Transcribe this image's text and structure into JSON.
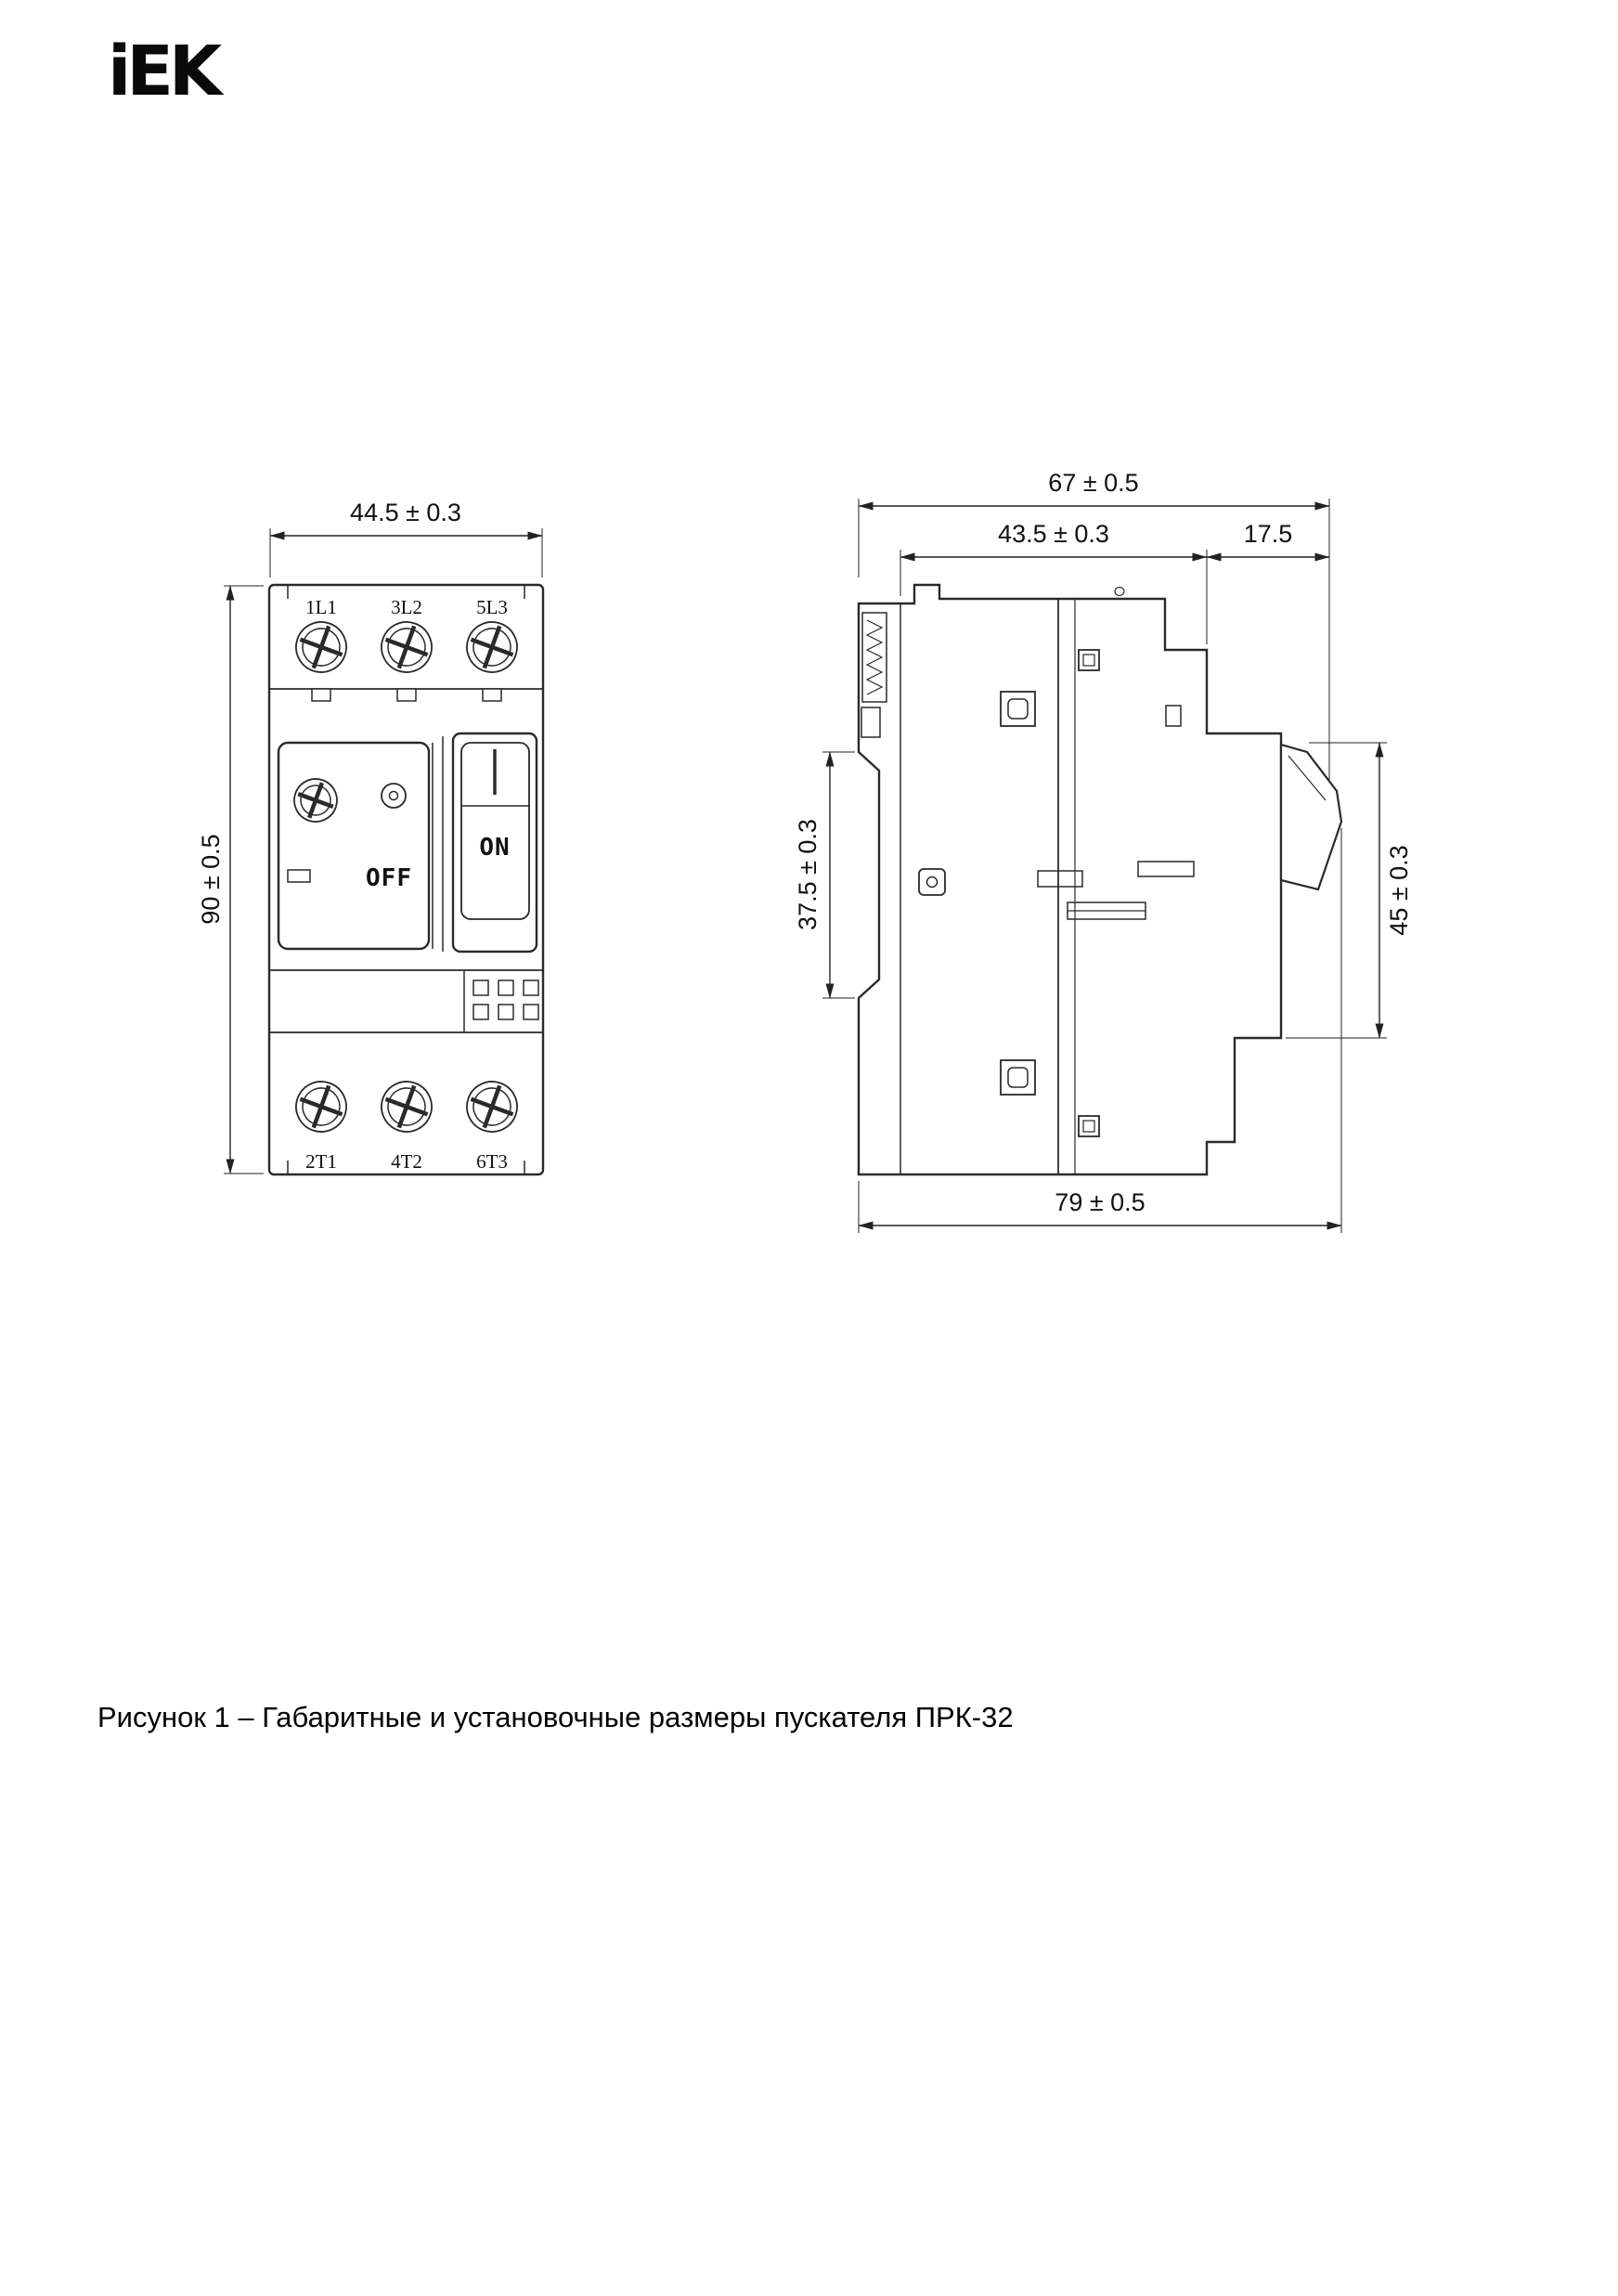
{
  "page": {
    "brand": "iEK",
    "caption": "Рисунок 1 – Габаритные и установочные размеры пускателя ПРК-32"
  },
  "front_view": {
    "dim_width": "44.5 ± 0.3",
    "dim_height": "90 ± 0.5",
    "terminals_top": [
      "1L1",
      "3L2",
      "5L3"
    ],
    "terminals_bottom": [
      "2T1",
      "4T2",
      "6T3"
    ],
    "off_label": "OFF",
    "on_label": "ON"
  },
  "side_view": {
    "dim_total_width": "67 ± 0.5",
    "dim_body_width": "43.5 ± 0.3",
    "dim_handle_width": "17.5",
    "dim_rail_height": "37.5 ± 0.3",
    "dim_front_height": "45 ± 0.3",
    "dim_depth": "79 ± 0.5"
  }
}
